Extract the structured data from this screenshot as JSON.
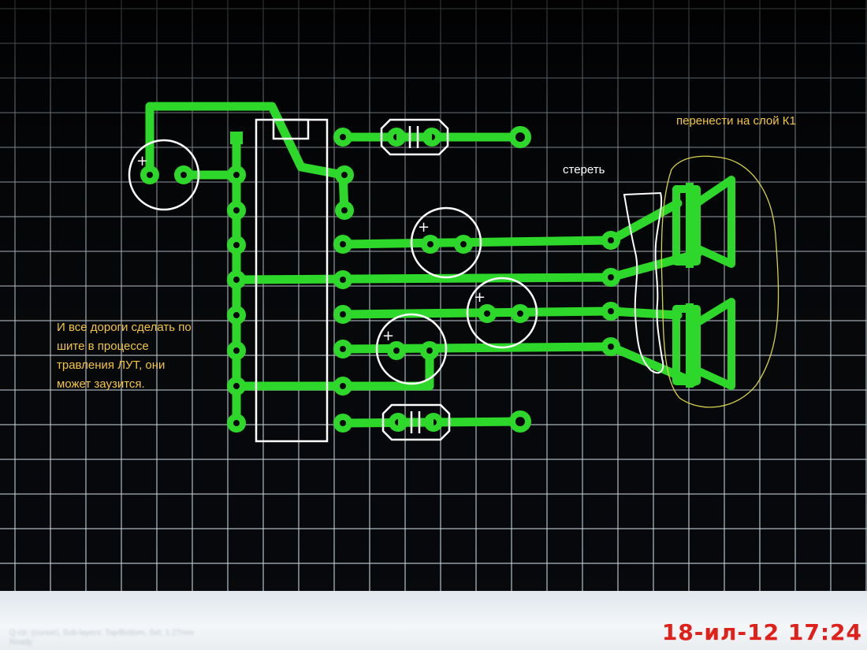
{
  "annotations": {
    "move_to_layer": "перенести на слой К1",
    "erase": "стереть",
    "tracks_note": [
      "И все дороги сделать по",
      "шите в процессе",
      "травления ЛУТ, они",
      "может заузится."
    ]
  },
  "polarity_mark": "+",
  "status_bar": {
    "line1": "Q-ctr: (cursor), Sub-layers: Top/Bottom, Set: 1.27mm",
    "line2": "Ready"
  },
  "timestamp": "18-ил-12 17:24",
  "colors": {
    "track": "#2ed82a",
    "silkscreen": "#ffffff",
    "grid": "#c8d6e0",
    "note_text": "#f2c542",
    "outline_marker": "#d8d24a",
    "timestamp": "#e0201a"
  }
}
